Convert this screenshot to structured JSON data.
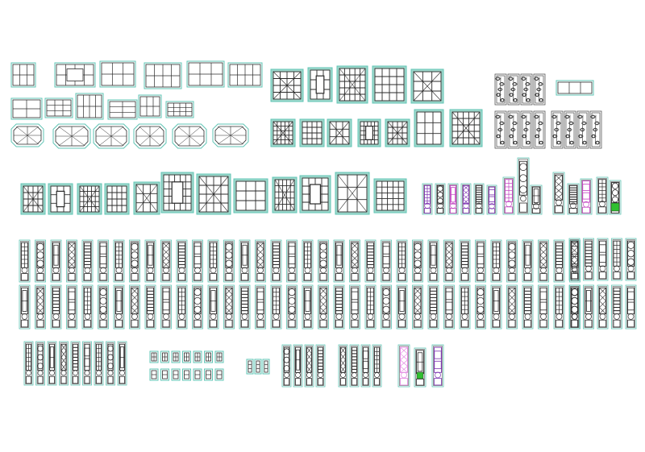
{
  "sheet": {
    "title": "",
    "caption": ""
  },
  "palette": {
    "background": "#ffffff",
    "frame_outline": "#5fc4b4",
    "frame_fill": "#9fd8cc",
    "lattice_ink": "#2a2a2a",
    "thin_ink": "#555555",
    "accent_magenta": "#c040c0",
    "accent_purple": "#7a30b0",
    "accent_green": "#30c030",
    "accent_pink": "#e080e0"
  },
  "groups": [
    {
      "name": "window-frames-small",
      "motif": "lattice-window"
    },
    {
      "name": "window-frames-octagon",
      "motif": "octagon-window"
    },
    {
      "name": "lattice-panels-square",
      "motif": "square-lattice"
    },
    {
      "name": "carved-screen-panels",
      "motif": "floral-screen"
    },
    {
      "name": "colored-door-panels",
      "motif": "colored-door"
    },
    {
      "name": "door-elevations-row-1",
      "motif": "tall-door"
    },
    {
      "name": "door-elevations-row-2",
      "motif": "tall-door"
    },
    {
      "name": "door-elevations-row-3",
      "motif": "tall-door"
    }
  ]
}
